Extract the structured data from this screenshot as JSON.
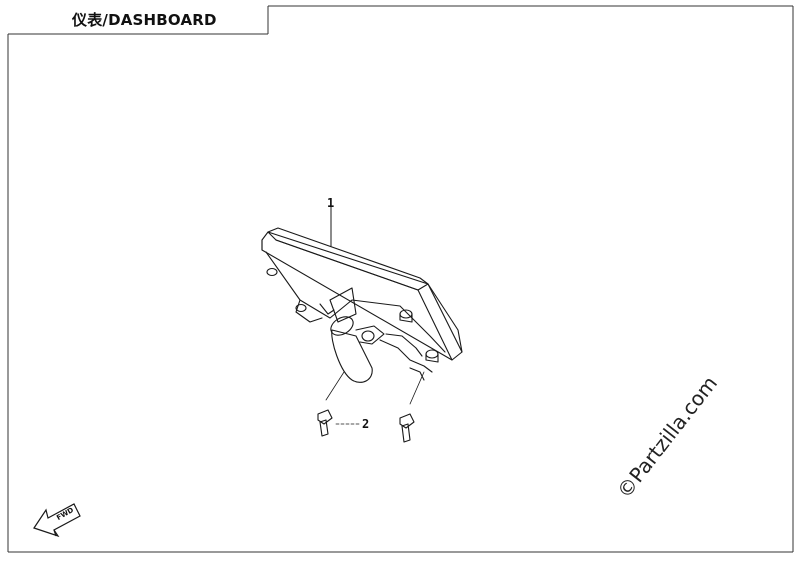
{
  "header": {
    "title": "仪表/DASHBOARD"
  },
  "callouts": [
    {
      "number": "1",
      "part": "dashboard-instrument"
    },
    {
      "number": "2",
      "part": "mounting-bolt"
    }
  ],
  "orientation_arrow": {
    "label": "FWD"
  },
  "watermark": {
    "text": "©Partzilla.com"
  },
  "colors": {
    "line": "#1a1a1a",
    "paper": "#ffffff"
  }
}
